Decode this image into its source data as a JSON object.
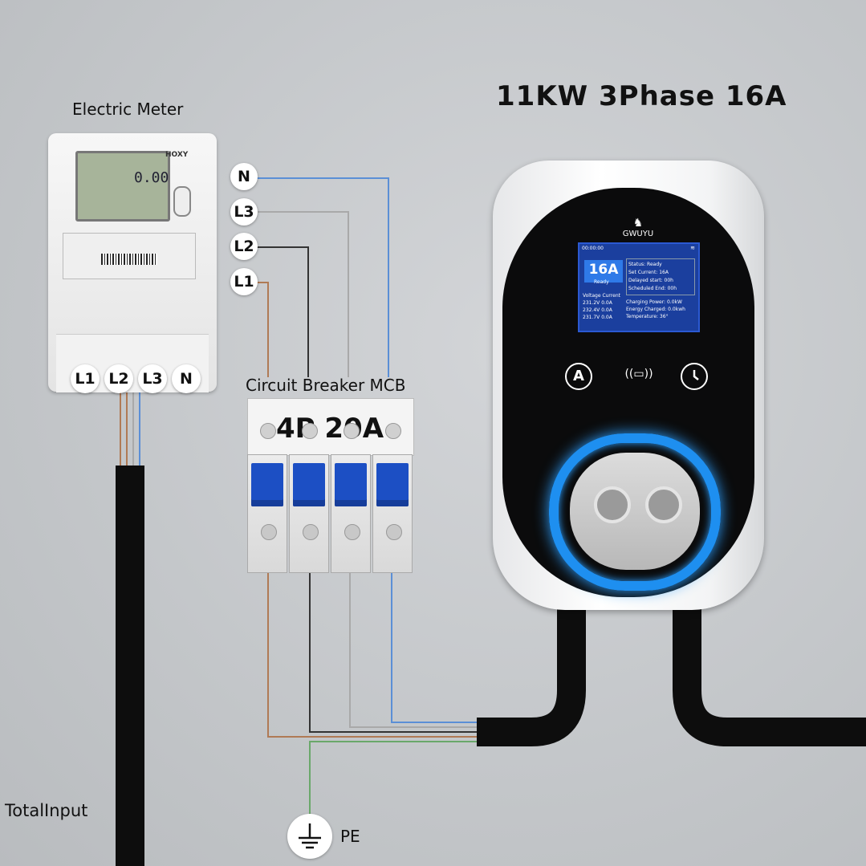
{
  "title": "11KW 3Phase 16A",
  "meter": {
    "label": "Electric Meter",
    "brand": "HOXY",
    "reading": "0.00",
    "terminals": [
      "L1",
      "L2",
      "L3",
      "N"
    ]
  },
  "wire_tags": [
    "N",
    "L3",
    "L2",
    "L1"
  ],
  "breaker": {
    "label": "Circuit Breaker MCB",
    "rating": "4P 20A"
  },
  "charger": {
    "brand": "GWUYU",
    "screen": {
      "time": "00:00:00",
      "current_big": "16A",
      "state": "Ready",
      "status_lines": [
        "Status: Ready",
        "Set Current: 16A",
        "Delayed start: 00h",
        "Scheduled End: 00h"
      ],
      "voltage_header": "Voltage",
      "current_header": "Current",
      "readings": [
        "231.2V  0.0A",
        "232.4V  0.0A",
        "231.7V  0.0A"
      ],
      "energy_lines": [
        "Charging Power: 0.0kW",
        "Energy Charged: 0.0kwh",
        "Temperature: 36°"
      ]
    }
  },
  "total_input": "TotalInput",
  "pe": "PE",
  "colors": {
    "blue_wire": "#5b8fd6",
    "gray_wire": "#a9a9a9",
    "black_wire": "#333333",
    "brown_wire": "#b07a55",
    "green_wire": "#6aa86a",
    "ring": "#1e8ff0"
  }
}
